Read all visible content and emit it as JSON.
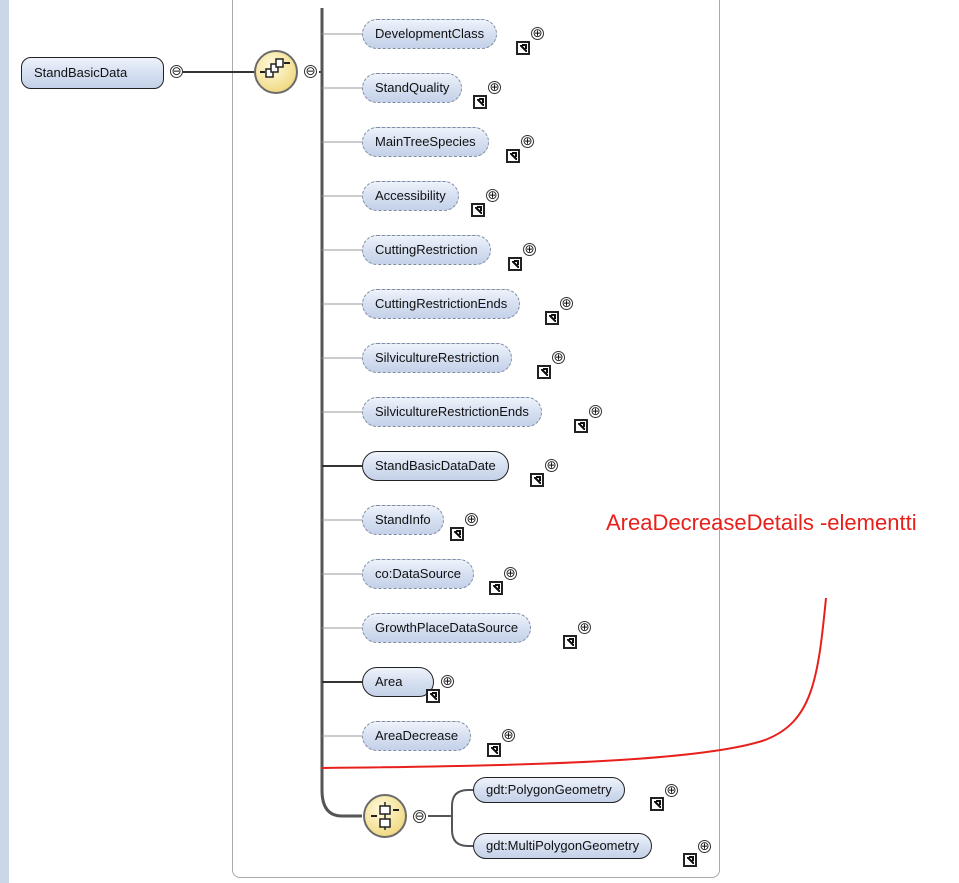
{
  "root": {
    "label": "StandBasicData",
    "expander": "⊖"
  },
  "sequence_compositor": {
    "icon": "sequence-compositor-icon",
    "expander": "⊖"
  },
  "choice_compositor": {
    "icon": "choice-compositor-icon",
    "expander": "⊖"
  },
  "children": [
    {
      "label": "DevelopmentClass",
      "expander": "⊕"
    },
    {
      "label": "StandQuality",
      "expander": "⊕"
    },
    {
      "label": "MainTreeSpecies",
      "expander": "⊕"
    },
    {
      "label": "Accessibility",
      "expander": "⊕"
    },
    {
      "label": "CuttingRestriction",
      "expander": "⊕"
    },
    {
      "label": "CuttingRestrictionEnds",
      "expander": "⊕"
    },
    {
      "label": "SilvicultureRestriction",
      "expander": "⊕"
    },
    {
      "label": "SilvicultureRestrictionEnds",
      "expander": "⊕"
    },
    {
      "label": "StandBasicDataDate",
      "expander": "⊕"
    },
    {
      "label": "StandInfo",
      "expander": "⊕"
    },
    {
      "label": "co:DataSource",
      "expander": "⊕"
    },
    {
      "label": "GrowthPlaceDataSource",
      "expander": "⊕"
    },
    {
      "label": "Area",
      "expander": "⊕"
    },
    {
      "label": "AreaDecrease",
      "expander": "⊕"
    }
  ],
  "choice_children": [
    {
      "label": "gdt:PolygonGeometry",
      "expander": "⊕"
    },
    {
      "label": "gdt:MultiPolygonGeometry",
      "expander": "⊕"
    }
  ],
  "annotation": {
    "text": "AreaDecreaseDetails -elementti",
    "color": "#e8201c"
  }
}
